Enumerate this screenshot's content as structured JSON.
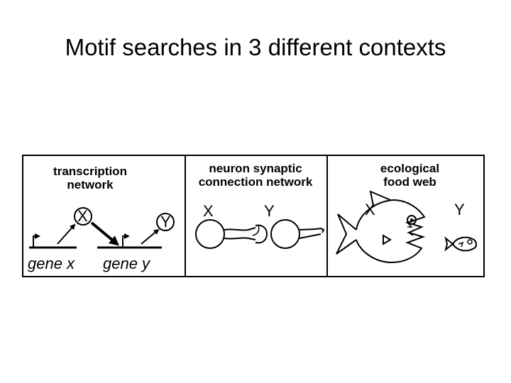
{
  "title": "Motif searches in 3 different contexts",
  "panels": [
    {
      "heading_line1": "transcription",
      "heading_line2": "network",
      "node_x": "X",
      "node_y": "Y",
      "gene_x": "gene x",
      "gene_y": "gene y"
    },
    {
      "heading_line1": "neuron synaptic",
      "heading_line2": "connection network",
      "node_x": "X",
      "node_y": "Y"
    },
    {
      "heading_line1": "ecological",
      "heading_line2": "food web",
      "node_x": "X",
      "node_y": "Y"
    }
  ]
}
